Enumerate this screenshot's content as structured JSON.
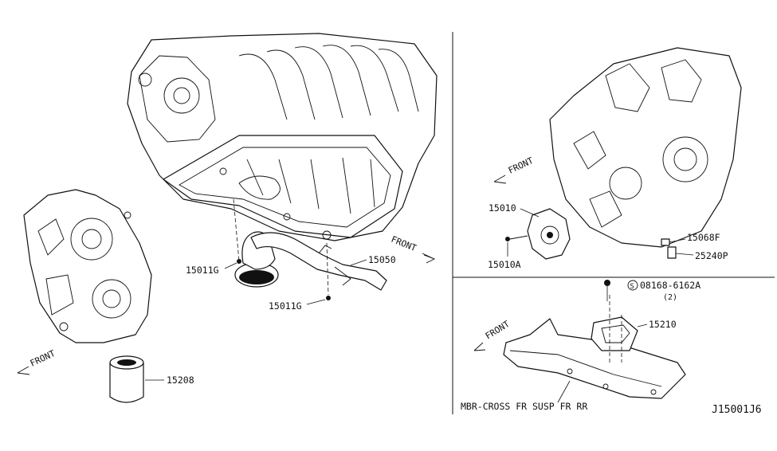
{
  "diagram": {
    "code": "J15001J6",
    "front_label": "FRONT",
    "parts": [
      {
        "ref": "15208"
      },
      {
        "ref": "15011G"
      },
      {
        "ref": "15011G"
      },
      {
        "ref": "15050"
      },
      {
        "ref": "15010"
      },
      {
        "ref": "15010A"
      },
      {
        "ref": "15068F"
      },
      {
        "ref": "25240P"
      },
      {
        "ref": "08168-6162A"
      },
      {
        "ref": "(2)"
      },
      {
        "ref": "15210"
      },
      {
        "ref": "MBR-CROSS FR SUSP FR RR"
      }
    ],
    "bolt_symbol": "S"
  }
}
